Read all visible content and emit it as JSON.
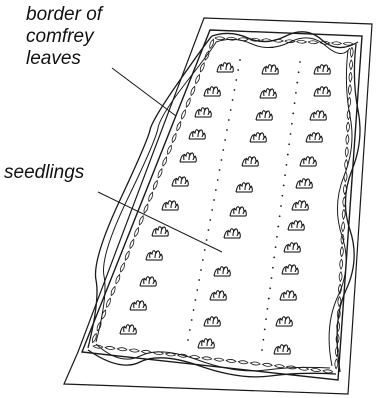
{
  "labels": {
    "border": [
      "border of",
      "comfrey",
      "leaves"
    ],
    "seedlings": "seedlings"
  },
  "colors": {
    "ink": "#1a1a1a",
    "background": "#ffffff"
  }
}
